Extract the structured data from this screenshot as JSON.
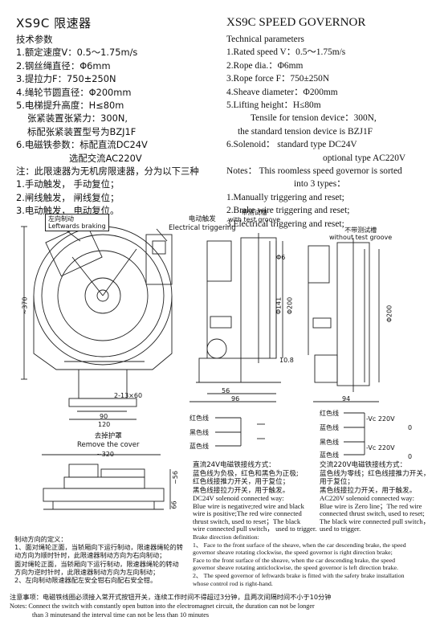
{
  "header": {
    "title_cn": "XS9C 限速器",
    "title_en": "XS9C SPEED GOVERNOR"
  },
  "spec_cn": {
    "heading": "技术参数",
    "lines": [
      "1.额定速度V：0.5～1.75m/s",
      "2.钢丝绳直径：Φ6mm",
      "3.提拉力F：750±250N",
      "4.绳轮节圆直径：Φ200mm",
      "5.电梯提升高度：H≤80m",
      "张紧装置张紧力：300N,",
      "标配张紧装置型号为BZJ1F",
      "6.电磁铁参数：标配直流DC24V",
      "选配交流AC220V",
      "注：此限速器为无机房限速器，分为以下三种",
      "1.手动触发，  手动复位；",
      "2.闸线触发，  闸线复位；",
      "3.电动触发，  电动复位。"
    ]
  },
  "spec_en": {
    "heading": "Technical parameters",
    "lines": [
      "1.Rated speed V：0.5～1.75m/s",
      "2.Rope dia.：Φ6mm",
      "3.Rope force F：750±250N",
      "4.Sheave diameter：Φ200mm",
      "5.Lifting height：H≤80m",
      "Tensile for tension device：300N,",
      "the standard tension device is BZJ1F",
      "6.Solenoid： standard type DC24V",
      "optional type AC220V",
      "Notes：  This roomless speed governor is sorted",
      "into 3 types：",
      "1.Manually triggering and reset;",
      "2.Brake wire triggering and reset;",
      "3.Electrical triggering and reset;"
    ]
  },
  "drawing_labels": {
    "left_brake_cn": "左向制动",
    "left_brake_en": "Leftwards braking",
    "electric_trigger_cn": "电动触发",
    "electric_trigger_en": "Electrical triggering",
    "with_groove_cn": "带测试槽",
    "with_groove_en": "with test groove",
    "without_groove_cn": "不带测试槽",
    "without_groove_en": "without test groove",
    "remove_cover_cn": "去掉护罩",
    "remove_cover_en": "Remove the cover",
    "dim_370": "~370",
    "dim_holes": "2-13×60",
    "dim_90": "90",
    "dim_120": "120",
    "dim_320": "~320",
    "dim_56": "~56",
    "dim_66": "66",
    "dim_phi6": "Φ6",
    "dim_phi141": "Φ141",
    "dim_phi200": "Φ200",
    "dim_108": "10.8",
    "dim_56b": "56",
    "dim_96": "96",
    "dim_94": "94",
    "dim_phi200b": "Φ200"
  },
  "wiring": {
    "red": "红色线",
    "black": "黑色线",
    "blue": "蓝色线",
    "dc_voltage": "-Vc 220V",
    "ac_voltage": "-Vc 220V",
    "zero": "0",
    "dc_title_cn": "直流24V电磁铁接线方式：",
    "dc_lines_cn": [
      "蓝色线为负极，红色和黑色为正极;",
      "红色线接推力开关，用于复位；",
      "黑色线接拉力开关，用于触发。"
    ],
    "dc_title_en": "DC24V solenoid connected way:",
    "dc_lines_en": [
      "Blue wire is negative;red wire and black",
      "wire is positive;The red wire connected",
      "thrust switch, used to reset；The black",
      "wire connected pull switch， used to trigger."
    ],
    "ac_title_cn": "交流220V电磁铁接线方式：",
    "ac_lines_cn": [
      "蓝色线为零线；红色线接推力开关，",
      "用于复位；",
      "黑色线接拉力开关，用于触发。"
    ],
    "ac_title_en": "AC220V solenoid connected way:",
    "ac_lines_en": [
      "Blue wire is Zero line；The red wire",
      "connected thrust switch, used to reset;",
      "The black wire connected pull switch，",
      "used to trigger."
    ]
  },
  "brake_direction": {
    "cn_lines": [
      "制动方向的定义：",
      "1、面对绳轮正面，当轿厢向下运行制动，限速器绳轮的转",
      "动方向为顺时针时，此限速器制动方向为右向制动；",
      "面对绳轮正面，当轿厢向下运行制动，限速器绳轮的转动",
      "方向为逆时针时，此限速器制动方向为左向制动；",
      "2、左向制动限速器配左安全钳右向配右安全钳。"
    ],
    "en_lines": [
      "Brake direction definition:",
      "1、 Face to the front surface of the sheave, when the car descending brake, the speed",
      "governor sheave rotating clockwise, the speed governor is right direction brake;",
      "Face to the front surface of the sheave, when the car descending brake, the speed",
      "governor sheave rotating anticlockwise, the speed governor is left direction brake.",
      "2、 The speed governor of leftwards brake is fitted with the safety brake installation",
      "whose control rod is right-hand."
    ]
  },
  "notes": {
    "cn": "注意事项：电磁铁线圈必须接入常开式按钮开关，连续工作时间不得超过3分钟，且两次间隔时间不小于10分钟",
    "en1": "Notes: Connect the switch with constantly open button into the electromagnet circuit, the duration can not be longer",
    "en2": "than 3 minutesand the interval time can not be less than 10 minutes"
  }
}
